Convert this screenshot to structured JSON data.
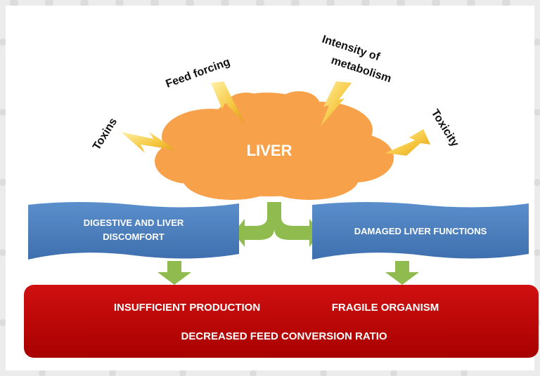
{
  "center": {
    "label": "LIVER"
  },
  "stressors": [
    {
      "id": "toxins",
      "label": "Toxins"
    },
    {
      "id": "feed-forcing",
      "label": "Feed forcing"
    },
    {
      "id": "intensity",
      "line1": "Intensity of",
      "line2": "metabolism"
    },
    {
      "id": "toxicity",
      "label": "Toxicity"
    }
  ],
  "effects": {
    "left_line1": "DIGESTIVE AND LIVER",
    "left_line2": "DISCOMFORT",
    "right": "DAMAGED LIVER FUNCTIONS"
  },
  "outcomes": {
    "insufficient": "INSUFFICIENT PRODUCTION",
    "fragile": "FRAGILE ORGANISM",
    "fcr": "DECREASED FEED CONVERSION RATIO"
  },
  "colors": {
    "cloud": "#f7a24b",
    "bolt": "#f5c63d",
    "banner": "#4f81bd",
    "arrow": "#8fbb4f",
    "outcome": "#c00000"
  }
}
